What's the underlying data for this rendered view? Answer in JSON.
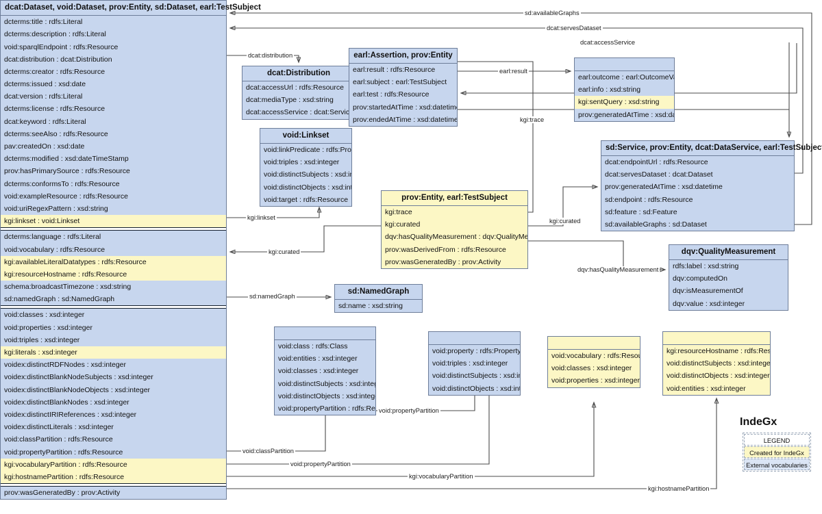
{
  "diagram": {
    "title": "IndeGx",
    "legend": {
      "header": "LEGEND",
      "created": "Created for IndeGx",
      "external": "External vocabularies",
      "created_color": "#fcf7c5",
      "external_color": "#dbe5f5"
    },
    "colors": {
      "external_fill": "#c7d6ee",
      "indegx_fill": "#fcf7c5",
      "border": "#6d7d99",
      "edge": "#4a4a4a"
    }
  },
  "boxes": {
    "dataset": {
      "header": "dcat:Dataset, void:Dataset, prov:Entity, sd:Dataset, earl:TestSubject",
      "sections": [
        {
          "rows": [
            {
              "text": "dcterms:title : rdfs:Literal",
              "kind": "external"
            },
            {
              "text": "dcterms:description : rdfs:Literal",
              "kind": "external"
            },
            {
              "text": "void:sparqlEndpoint : rdfs:Resource",
              "kind": "external"
            },
            {
              "text": "dcat:distribution : dcat:Distribution",
              "kind": "external"
            },
            {
              "text": "dcterms:creator : rdfs:Resource",
              "kind": "external"
            },
            {
              "text": "dcterms:issued : xsd:date",
              "kind": "external"
            },
            {
              "text": "dcat:version : rdfs:Literal",
              "kind": "external"
            },
            {
              "text": "dcterms:license : rdfs:Resource",
              "kind": "external"
            },
            {
              "text": "dcat:keyword : rdfs:Literal",
              "kind": "external"
            },
            {
              "text": "dcterms:seeAlso : rdfs:Resource",
              "kind": "external"
            },
            {
              "text": "pav:createdOn : xsd:date",
              "kind": "external"
            },
            {
              "text": "dcterms:modified : xsd:dateTimeStamp",
              "kind": "external"
            },
            {
              "text": "prov:hasPrimarySource : rdfs:Resource",
              "kind": "external"
            },
            {
              "text": "dcterms:conformsTo : rdfs:Resource",
              "kind": "external"
            },
            {
              "text": "void:exampleResource : rdfs:Resource",
              "kind": "external"
            },
            {
              "text": "void:uriRegexPattern : xsd:string",
              "kind": "external"
            },
            {
              "text": "kgi:linkset : void:Linkset",
              "kind": "indegx"
            }
          ]
        },
        {
          "rows": [
            {
              "text": "dcterms:language : rdfs:Literal",
              "kind": "external"
            },
            {
              "text": "void:vocabulary : rdfs:Resource",
              "kind": "external"
            },
            {
              "text": "kgi:availableLiteralDatatypes : rdfs:Resource",
              "kind": "indegx"
            },
            {
              "text": "kgi:resourceHostname : rdfs:Resource",
              "kind": "indegx"
            },
            {
              "text": "schema:broadcastTimezone : xsd:string",
              "kind": "external"
            },
            {
              "text": "sd:namedGraph : sd:NamedGraph",
              "kind": "external"
            }
          ]
        },
        {
          "rows": [
            {
              "text": "void:classes : xsd:integer",
              "kind": "external"
            },
            {
              "text": "void:properties : xsd:integer",
              "kind": "external"
            },
            {
              "text": "void:triples : xsd:integer",
              "kind": "external"
            },
            {
              "text": "kgi:literals : xsd:integer",
              "kind": "indegx"
            },
            {
              "text": "voidex:distinctRDFNodes : xsd:integer",
              "kind": "external"
            },
            {
              "text": "voidex:distinctBlankNodeSubjects : xsd:integer",
              "kind": "external"
            },
            {
              "text": "voidex:distinctBlankNodeObjects : xsd:integer",
              "kind": "external"
            },
            {
              "text": "voidex:distinctBlankNodes : xsd:integer",
              "kind": "external"
            },
            {
              "text": "voidex:distinctIRIReferences : xsd:integer",
              "kind": "external"
            },
            {
              "text": "voidex:distinctLiterals : xsd:integer",
              "kind": "external"
            },
            {
              "text": "void:classPartition : rdfs:Resource",
              "kind": "external"
            },
            {
              "text": "void:propertyPartition : rdfs:Resource",
              "kind": "external"
            },
            {
              "text": "kgi:vocabularyPartition : rdfs:Resource",
              "kind": "indegx"
            },
            {
              "text": "kgi:hostnamePartition : rdfs:Resource",
              "kind": "indegx"
            }
          ]
        },
        {
          "rows": [
            {
              "text": "prov:wasGeneratedBy : prov:Activity",
              "kind": "external"
            }
          ]
        }
      ]
    },
    "distribution": {
      "header": "dcat:Distribution",
      "rows": [
        {
          "text": "dcat:accessUrl : rdfs:Resource",
          "kind": "external"
        },
        {
          "text": "dcat:mediaType : xsd:string",
          "kind": "external"
        },
        {
          "text": "dcat:accessService : dcat:Service",
          "kind": "external"
        }
      ]
    },
    "linkset": {
      "header": "void:Linkset",
      "rows": [
        {
          "text": "void:linkPredicate : rdfs:Property",
          "kind": "external"
        },
        {
          "text": "void:triples : xsd:integer",
          "kind": "external"
        },
        {
          "text": "void:distinctSubjects : xsd:integer",
          "kind": "external"
        },
        {
          "text": "void:distinctObjects : xsd:integer",
          "kind": "external"
        },
        {
          "text": "void:target : rdfs:Resource",
          "kind": "external"
        }
      ]
    },
    "assertion": {
      "header": "earl:Assertion, prov:Entity",
      "rows": [
        {
          "text": "earl:result : rdfs:Resource",
          "kind": "external"
        },
        {
          "text": "earl:subject : earl:TestSubject",
          "kind": "external"
        },
        {
          "text": "earl:test : rdfs:Resource",
          "kind": "external"
        },
        {
          "text": "prov:startedAtTime : xsd:datetime",
          "kind": "external"
        },
        {
          "text": "prov:endedAtTime : xsd:datetime",
          "kind": "external"
        }
      ]
    },
    "outcome": {
      "header": "",
      "rows": [
        {
          "text": "earl:outcome : earl:OutcomeValue",
          "kind": "external"
        },
        {
          "text": "earl:info : xsd:string",
          "kind": "external"
        },
        {
          "text": "kgi:sentQuery : xsd:string",
          "kind": "indegx"
        },
        {
          "text": "prov:generatedAtTime : xsd:datetime",
          "kind": "external"
        }
      ]
    },
    "service": {
      "header": "sd:Service, prov:Entity, dcat:DataService, earl:TestSubject",
      "rows": [
        {
          "text": "dcat:endpointUrl : rdfs:Resource",
          "kind": "external"
        },
        {
          "text": "dcat:servesDataset : dcat:Dataset",
          "kind": "external"
        },
        {
          "text": "prov:generatedAtTime : xsd:datetime",
          "kind": "external"
        },
        {
          "text": "sd:endpoint : rdfs:Resource",
          "kind": "external"
        },
        {
          "text": "sd:feature : sd:Feature",
          "kind": "external"
        },
        {
          "text": "sd:availableGraphs : sd:Dataset",
          "kind": "external"
        }
      ]
    },
    "entity": {
      "header": "prov:Entity, earl:TestSubject",
      "rows": [
        {
          "text": "kgi:trace",
          "kind": "indegx"
        },
        {
          "text": "kgi:curated",
          "kind": "indegx"
        },
        {
          "text": "dqv:hasQualityMeasurement : dqv:QualityMeasurement",
          "kind": "external"
        },
        {
          "text": "prov:wasDerivedFrom : rdfs:Resource",
          "kind": "external"
        },
        {
          "text": "prov:wasGeneratedBy : prov:Activity",
          "kind": "external"
        }
      ]
    },
    "dqv": {
      "header": "dqv:QualityMeasurement",
      "rows": [
        {
          "text": "rdfs:label : xsd:string",
          "kind": "external"
        },
        {
          "text": "dqv:computedOn",
          "kind": "external"
        },
        {
          "text": "dqv:isMeasurementOf",
          "kind": "external"
        },
        {
          "text": "dqv:value : xsd:integer",
          "kind": "external"
        }
      ]
    },
    "namedgraph": {
      "header": "sd:NamedGraph",
      "rows": [
        {
          "text": "sd:name : xsd:string",
          "kind": "external"
        }
      ]
    },
    "classpart": {
      "header": "",
      "rows": [
        {
          "text": "void:class : rdfs:Class",
          "kind": "external"
        },
        {
          "text": "void:entities : xsd:integer",
          "kind": "external"
        },
        {
          "text": "void:classes : xsd:integer",
          "kind": "external"
        },
        {
          "text": "void:distinctSubjects : xsd:integer",
          "kind": "external"
        },
        {
          "text": "void:distinctObjects : xsd:integer",
          "kind": "external"
        },
        {
          "text": "void:propertyPartition : rdfs:Resource",
          "kind": "external"
        }
      ]
    },
    "proppart": {
      "header": "",
      "rows": [
        {
          "text": "void:property : rdfs:Property",
          "kind": "external"
        },
        {
          "text": "void:triples : xsd:integer",
          "kind": "external"
        },
        {
          "text": "void:distinctSubjects : xsd:integer",
          "kind": "external"
        },
        {
          "text": "void:distinctObjects : xsd:integer",
          "kind": "external"
        }
      ]
    },
    "vocabpart": {
      "header": "",
      "rows": [
        {
          "text": "void:vocabulary : rdfs:Resource",
          "kind": "external"
        },
        {
          "text": "void:classes : xsd:integer",
          "kind": "external"
        },
        {
          "text": "void:properties : xsd:integer",
          "kind": "external"
        }
      ]
    },
    "hostpart": {
      "header": "",
      "rows": [
        {
          "text": "kgi:resourceHostname : rdfs:Resource",
          "kind": "indegx"
        },
        {
          "text": "void:distinctSubjects : xsd:integer",
          "kind": "external"
        },
        {
          "text": "void:distinctObjects : xsd:integer",
          "kind": "external"
        },
        {
          "text": "void:entities : xsd:integer",
          "kind": "external"
        }
      ]
    }
  },
  "edges": [
    {
      "id": "sd-availablegraphs",
      "label": "sd:availableGraphs"
    },
    {
      "id": "dcat-servesdataset",
      "label": "dcat:servesDataset"
    },
    {
      "id": "dcat-accessservice",
      "label": "dcat:accessService"
    },
    {
      "id": "dcat-distribution",
      "label": "dcat:distribution"
    },
    {
      "id": "earl-result",
      "label": "earl:result"
    },
    {
      "id": "kgi-trace",
      "label": "kgi:trace"
    },
    {
      "id": "kgi-curated-right",
      "label": "kgi:curated"
    },
    {
      "id": "kgi-linkset",
      "label": "kgi:linkset"
    },
    {
      "id": "kgi-curated-left",
      "label": "kgi:curated"
    },
    {
      "id": "dqv-hasqualitymeasurement",
      "label": "dqv:hasQualityMeasurement"
    },
    {
      "id": "sd-namedgraph",
      "label": "sd:namedGraph"
    },
    {
      "id": "void-propertypartition-inner",
      "label": "void:propertyPartition"
    },
    {
      "id": "void-classpartition",
      "label": "void:classPartition"
    },
    {
      "id": "void-propertypartition",
      "label": "void:propertyPartition"
    },
    {
      "id": "kgi-vocabularypartition",
      "label": "kgi:vocabularyPartition"
    },
    {
      "id": "kgi-hostnamepartition",
      "label": "kgi:hostnamePartition"
    }
  ]
}
